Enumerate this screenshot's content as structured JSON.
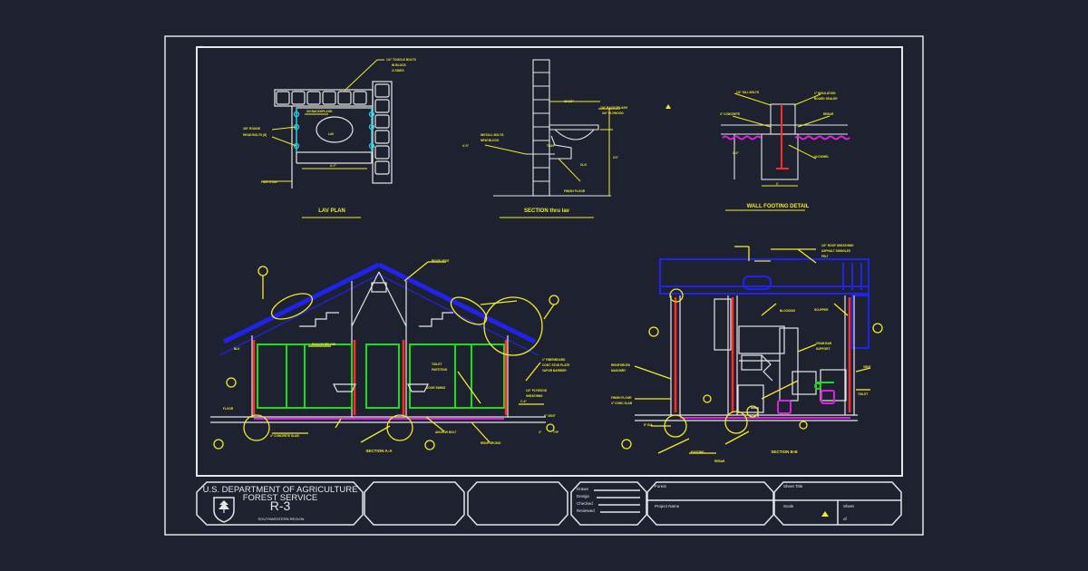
{
  "titles": {
    "lav_plan": "LAV PLAN",
    "section_lav": "SECTION  thru lav",
    "wall_footing": "WALL FOOTING DETAIL",
    "section_aa": "SECTION A-A",
    "section_bb": "SECTION B-B"
  },
  "title_block": {
    "agency_line1": "U.S. DEPARTMENT OF AGRICULTURE",
    "agency_line2": "FOREST SERVICE",
    "drawing_code": "R-3",
    "region": "SOUTHWESTERN REGION",
    "fields": {
      "drawn": "Drawn",
      "design": "Design",
      "checked": "Checked",
      "reviewed": "Reviewed",
      "forest": "Forest",
      "project_name": "Project Name",
      "sheet_title": "Sheet Title",
      "scale": "Scale",
      "sheet": "Sheet",
      "sheet_of": "of"
    }
  },
  "colors": {
    "background": "#1e2230",
    "white": "#e6e6e6",
    "yellow": "#f2ea2a",
    "cyan": "#21d1e6",
    "blue": "#2222ee",
    "green": "#18e018",
    "red": "#ff2a2a",
    "magenta": "#e020e0"
  }
}
